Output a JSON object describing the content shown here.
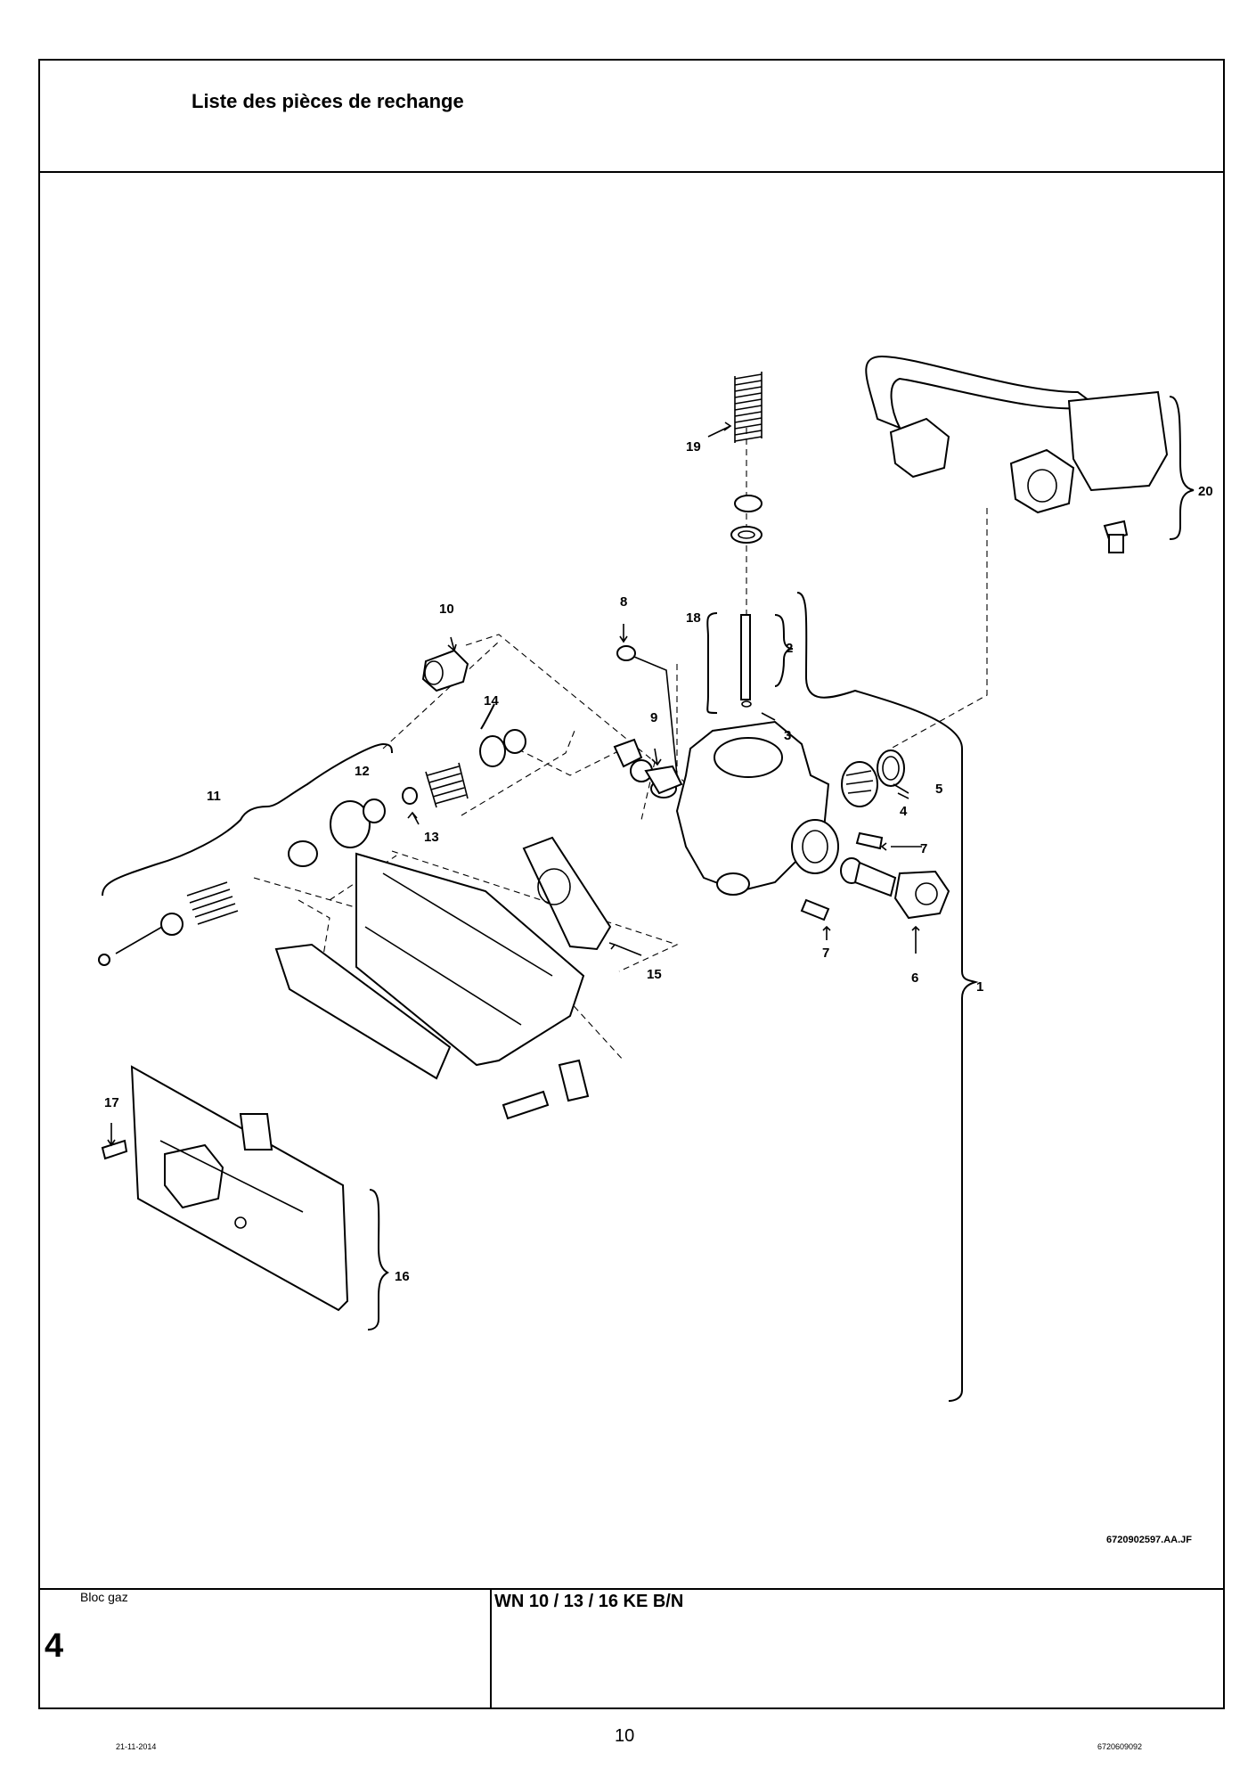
{
  "header": {
    "title": "Liste des pièces de rechange"
  },
  "footer": {
    "section_name": "Bloc gaz",
    "section_number": "4",
    "model": "WN 10 / 13 / 16 KE B/N",
    "date": "21-11-2014",
    "page_number": "10",
    "document_number": "6720609092"
  },
  "drawing": {
    "reference": "6720902597.AA.JF",
    "callouts": {
      "c1": "1",
      "c2": "2",
      "c3": "3",
      "c4": "4",
      "c5": "5",
      "c6": "6",
      "c7a": "7",
      "c7b": "7",
      "c8": "8",
      "c9": "9",
      "c10": "10",
      "c11": "11",
      "c12": "12",
      "c13": "13",
      "c14": "14",
      "c15": "15",
      "c16": "16",
      "c17": "17",
      "c18": "18",
      "c19": "19",
      "c20": "20"
    }
  }
}
